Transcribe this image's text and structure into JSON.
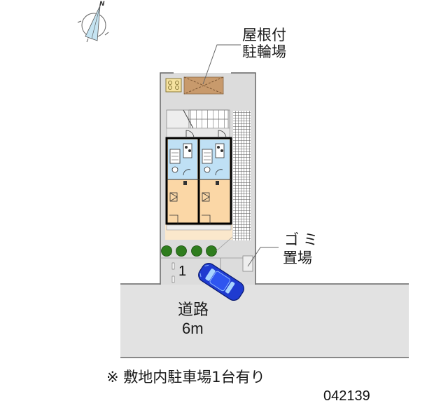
{
  "compass": {
    "icon": "north-arrow-icon",
    "direction_label": "N"
  },
  "labels": {
    "bicycle_parking_line1": "屋根付",
    "bicycle_parking_line2": "駐輪場",
    "garbage_line1": "ゴミ",
    "garbage_line2": "置場",
    "road_name": "道路",
    "road_width": "6m",
    "parking_space_number": "1",
    "footnote": "※ 敷地内駐車場1台有り",
    "property_code": "042139"
  },
  "colors": {
    "site_fill": "#dcdcdc",
    "road_fill": "#e2e2e2",
    "room_fill": "#fbd7a6",
    "wet_area_fill": "#bfe0f5",
    "bicycle_roof_fill": "#c89a6c",
    "tree_fill": "#2f7d1e",
    "car_fill": "#1f3bd0",
    "wall": "#000000"
  },
  "units": [
    {
      "id": "unit-left"
    },
    {
      "id": "unit-right"
    }
  ],
  "trees_count": 4
}
